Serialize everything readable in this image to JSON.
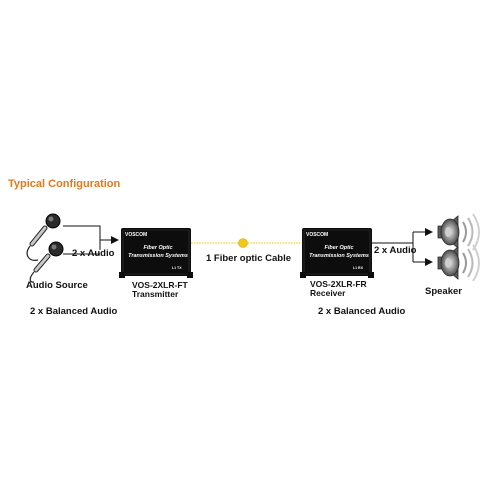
{
  "title": "Typical Configuration",
  "transmitter": {
    "brand": "VOSCOM",
    "line1": "Fiber Optic",
    "line2": "Transmission Systems",
    "model": "VOS-2XLR-FT",
    "role": "Transmitter",
    "indicators": "L1  TX"
  },
  "receiver": {
    "brand": "VOSCOM",
    "line1": "Fiber Optic",
    "line2": "Transmission Systems",
    "model": "VOS-2XLR-FR",
    "role": "Receiver",
    "indicators": "L1  RX"
  },
  "labels": {
    "audio_in": "2 x Audio",
    "audio_out": "2 x Audio",
    "cable": "1 Fiber optic Cable",
    "source": "Audio Source",
    "speaker": "Speaker",
    "balanced_left": "2 x Balanced Audio",
    "balanced_right": "2 x Balanced Audio"
  },
  "colors": {
    "title": "#e07a1c",
    "fiber": "#f2d21c",
    "device": "#0d0d0d"
  },
  "icons": [
    "microphone-icon",
    "speaker-icon"
  ]
}
